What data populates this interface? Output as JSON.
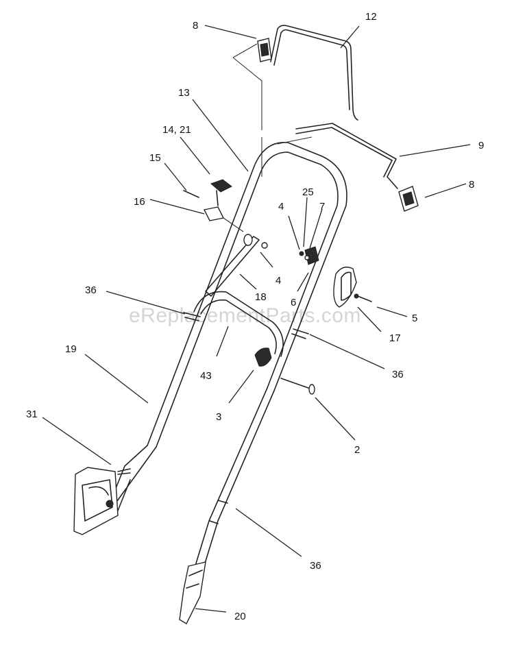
{
  "watermark": "eReplacementParts.com",
  "callouts": [
    {
      "id": "c12",
      "label": "12"
    },
    {
      "id": "c8a",
      "label": "8"
    },
    {
      "id": "c13",
      "label": "13"
    },
    {
      "id": "c1421",
      "label": "14, 21"
    },
    {
      "id": "c15",
      "label": "15"
    },
    {
      "id": "c9",
      "label": "9"
    },
    {
      "id": "c8b",
      "label": "8"
    },
    {
      "id": "c16",
      "label": "16"
    },
    {
      "id": "c25",
      "label": "25"
    },
    {
      "id": "c4a",
      "label": "4"
    },
    {
      "id": "c7",
      "label": "7"
    },
    {
      "id": "c4b",
      "label": "4"
    },
    {
      "id": "c36a",
      "label": "36"
    },
    {
      "id": "c18",
      "label": "18"
    },
    {
      "id": "c6",
      "label": "6"
    },
    {
      "id": "c5",
      "label": "5"
    },
    {
      "id": "c17",
      "label": "17"
    },
    {
      "id": "c19",
      "label": "19"
    },
    {
      "id": "c43",
      "label": "43"
    },
    {
      "id": "c36b",
      "label": "36"
    },
    {
      "id": "c3",
      "label": "3"
    },
    {
      "id": "c31",
      "label": "31"
    },
    {
      "id": "c2",
      "label": "2"
    },
    {
      "id": "c36c",
      "label": "36"
    },
    {
      "id": "c20",
      "label": "20"
    }
  ]
}
